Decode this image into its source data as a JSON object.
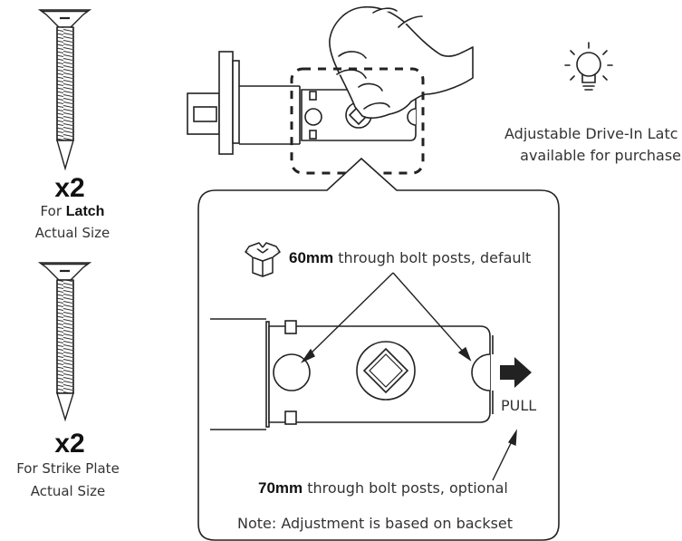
{
  "screws": [
    {
      "quantity": "x2",
      "purpose_prefix": "For",
      "purpose_bold": "Latch",
      "size_note": "Actual Size"
    },
    {
      "quantity": "x2",
      "purpose": "For Strike Plate",
      "size_note": "Actual Size"
    }
  ],
  "tip": {
    "icon": "lightbulb-icon",
    "line1": "Adjustable Drive-In Latc",
    "line2": "available for purchase"
  },
  "callout": {
    "icon": "open-box-icon",
    "default_bold": "60mm",
    "default_text": " through bolt posts, default",
    "pull_label": "PULL",
    "optional_bold": "70mm",
    "optional_text": " through bolt posts, optional",
    "footnote": "Note: Adjustment is based on backset"
  },
  "colors": {
    "ink": "#222222",
    "background": "#ffffff"
  }
}
